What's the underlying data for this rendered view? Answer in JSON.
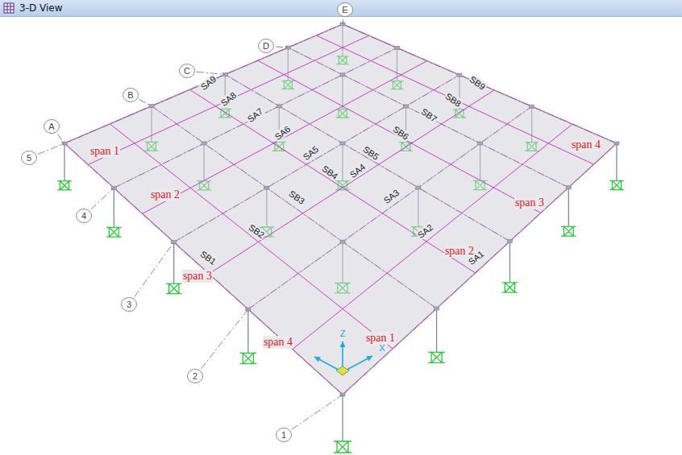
{
  "diagram": {
    "title": "3-D View",
    "nodes": [
      {
        "text": [
          "E"
        ]
      },
      {
        "text": [
          "D"
        ]
      },
      {
        "text": [
          "C"
        ]
      },
      {
        "text": [
          "B"
        ]
      },
      {
        "text": [
          "A"
        ]
      },
      {
        "text": [
          "5"
        ]
      },
      {
        "text": [
          "4"
        ]
      },
      {
        "text": [
          "3"
        ]
      },
      {
        "text": [
          "2"
        ]
      },
      {
        "text": [
          "1"
        ]
      }
    ],
    "labels": [
      "SA9",
      "SB9",
      "SA8",
      "SA7",
      "SB8",
      "SB7",
      "SA6",
      "SB6",
      "SA5",
      "SB5",
      "SB4",
      "SA4",
      "SA3",
      "SB3",
      "SB2",
      "SA2",
      "SB1",
      "SA1",
      "span 1",
      "span 4",
      "span 2",
      "span 3",
      "span 2",
      "span 3",
      "span 4",
      "span 1",
      "Z",
      "X"
    ]
  }
}
